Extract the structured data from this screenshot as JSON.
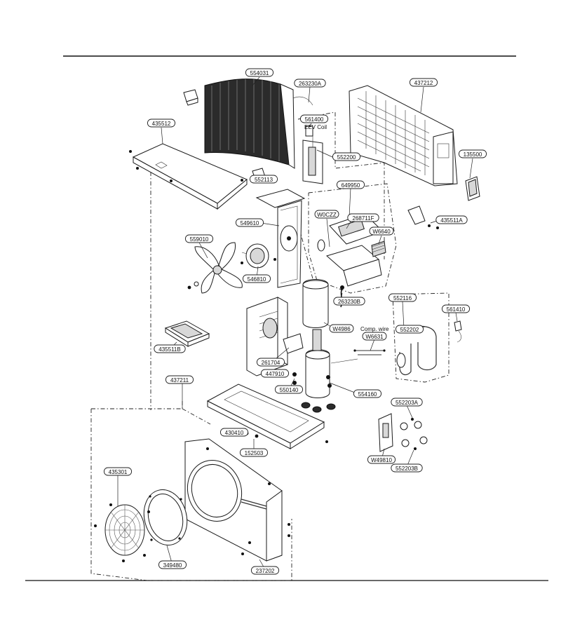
{
  "parts": [
    {
      "id": "p554031",
      "code": "554031"
    },
    {
      "id": "p263230a",
      "code": "263230A"
    },
    {
      "id": "p437212",
      "code": "437212"
    },
    {
      "id": "p435512",
      "code": "435512"
    },
    {
      "id": "p561400",
      "code": "561400"
    },
    {
      "id": "p552200",
      "code": "552200"
    },
    {
      "id": "p135500",
      "code": "135500"
    },
    {
      "id": "p552113",
      "code": "552113"
    },
    {
      "id": "p649950",
      "code": "649950"
    },
    {
      "id": "pw0czz",
      "code": "W0CZZ"
    },
    {
      "id": "p268711f",
      "code": "268711F"
    },
    {
      "id": "p435511a",
      "code": "435511A"
    },
    {
      "id": "p549610",
      "code": "549610"
    },
    {
      "id": "pw6640",
      "code": "W6640"
    },
    {
      "id": "p559010",
      "code": "559010"
    },
    {
      "id": "p546810",
      "code": "546810"
    },
    {
      "id": "p263230b",
      "code": "263230B"
    },
    {
      "id": "p552116",
      "code": "552116"
    },
    {
      "id": "p561410",
      "code": "561410"
    },
    {
      "id": "p552202",
      "code": "552202"
    },
    {
      "id": "pw4986",
      "code": "W4986"
    },
    {
      "id": "pw6631",
      "code": "W6631"
    },
    {
      "id": "p435511b",
      "code": "435511B"
    },
    {
      "id": "p261704",
      "code": "261704"
    },
    {
      "id": "p447910",
      "code": "447910"
    },
    {
      "id": "p437211",
      "code": "437211"
    },
    {
      "id": "p550140",
      "code": "550140"
    },
    {
      "id": "p554160",
      "code": "554160"
    },
    {
      "id": "p552203a",
      "code": "552203A"
    },
    {
      "id": "p430410",
      "code": "430410"
    },
    {
      "id": "p152503",
      "code": "152503"
    },
    {
      "id": "pw49810",
      "code": "W49810"
    },
    {
      "id": "p552203b",
      "code": "552203B"
    },
    {
      "id": "p435301",
      "code": "435301"
    },
    {
      "id": "p349480",
      "code": "349480"
    },
    {
      "id": "p237202",
      "code": "237202"
    }
  ],
  "notes": {
    "eev_coil": "EEV Coil",
    "comp_wire": "Comp. wire"
  }
}
